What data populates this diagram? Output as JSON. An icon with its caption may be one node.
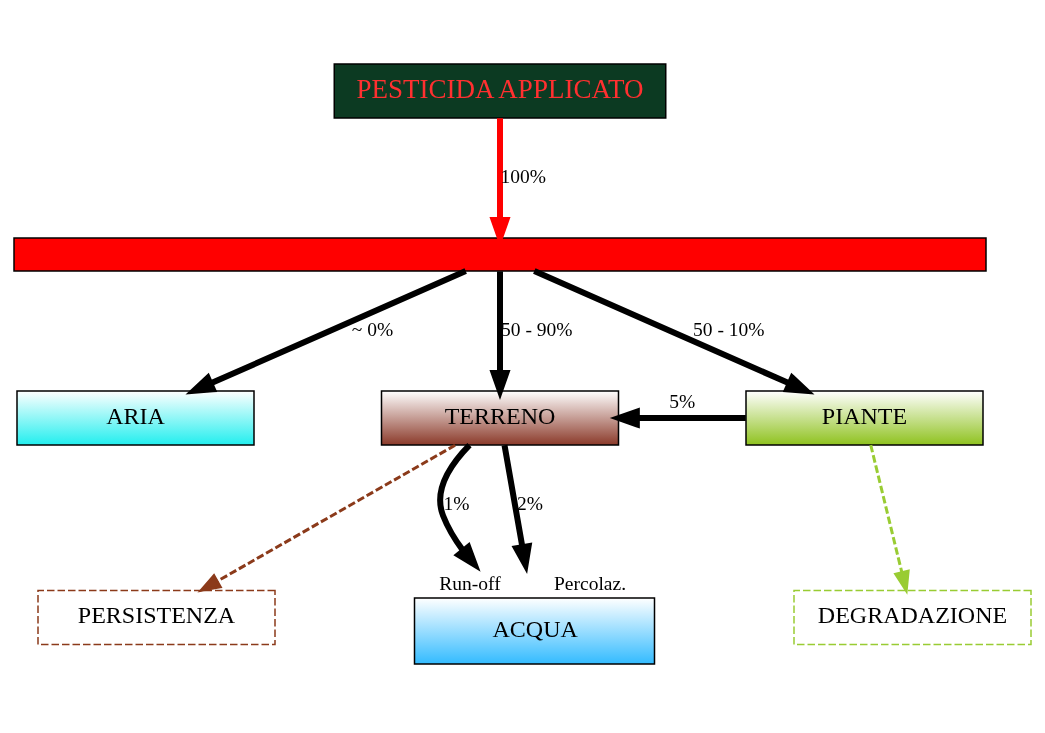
{
  "diagram": {
    "nodes": [
      {
        "text": [
          "PESTICIDA APPLICATO"
        ]
      },
      {
        "text": [],
        "shape": "bar"
      },
      {
        "text": [
          "ARIA"
        ]
      },
      {
        "text": [
          "TERRENO"
        ]
      },
      {
        "text": [
          "PIANTE"
        ]
      },
      {
        "text": [
          "PERSISTENZA"
        ]
      },
      {
        "text": [
          "ACQUA"
        ],
        "beside": [
          "Run-off",
          "Percolaz."
        ]
      },
      {
        "text": [
          "DEGRADAZIONE"
        ]
      }
    ],
    "edges": [
      {
        "from": 0,
        "to": 1,
        "arrow": "to",
        "label": "100%",
        "color": "#ff0000"
      },
      {
        "from": 1,
        "to": 2,
        "arrow": "to",
        "label": "~ 0%"
      },
      {
        "from": 1,
        "to": 3,
        "arrow": "to",
        "label": "50 - 90%"
      },
      {
        "from": 1,
        "to": 4,
        "arrow": "to",
        "label": "50 - 10%"
      },
      {
        "from": 4,
        "to": 3,
        "arrow": "to",
        "label": "5%"
      },
      {
        "from": 3,
        "to": 5,
        "arrow": "to",
        "style": "dashed",
        "color": "#8b3a1a"
      },
      {
        "from": 3,
        "to": 6,
        "arrow": "to",
        "label": "1%"
      },
      {
        "from": 3,
        "to": 6,
        "arrow": "to",
        "label": "2%"
      },
      {
        "from": 4,
        "to": 7,
        "arrow": "to",
        "style": "dashed",
        "color": "#99cc33"
      }
    ]
  }
}
